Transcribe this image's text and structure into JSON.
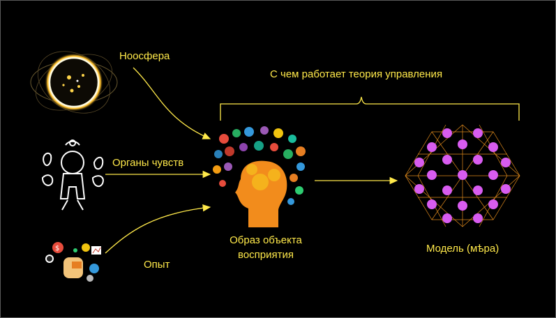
{
  "labels": {
    "noosphere": "Ноосфера",
    "senses": "Органы чувств",
    "experience": "Опыт",
    "image_line1": "Образ объекта",
    "image_line2": "восприятия",
    "model": "Модель (мѣра)",
    "brace": "С чем работает теория управления"
  },
  "icons": {
    "noosphere": "glowing-earth-icon",
    "senses": "sense-organs-figure-icon",
    "experience": "experience-collage-icon",
    "image": "colorful-head-icon",
    "model": "sacred-geometry-model-icon"
  },
  "colors": {
    "text": "#ffe94a",
    "arrow": "#ffe94a",
    "background": "#000000",
    "head": "#f28c1c",
    "model": "#d85cf0"
  }
}
